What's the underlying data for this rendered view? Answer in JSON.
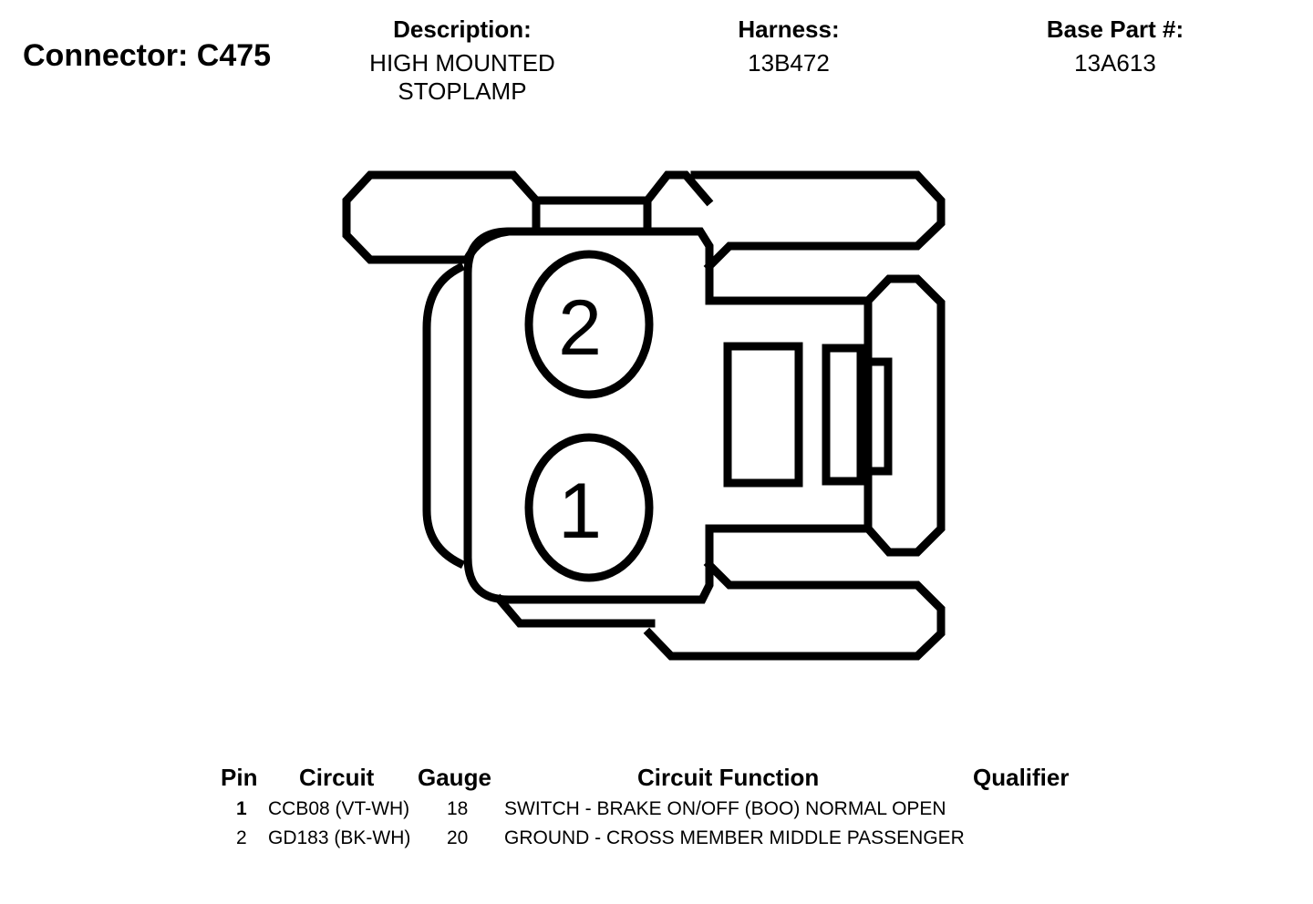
{
  "connector": {
    "title": "Connector: C475"
  },
  "header": {
    "description_label": "Description:",
    "description_value": "HIGH MOUNTED\nSTOPLAMP",
    "harness_label": "Harness:",
    "harness_value": "13B472",
    "base_part_label": "Base Part #:",
    "base_part_value": "13A613"
  },
  "diagram": {
    "pins": [
      {
        "number": "2"
      },
      {
        "number": "1"
      }
    ],
    "line_color": "#000000",
    "background": "#ffffff"
  },
  "table": {
    "headers": {
      "pin": "Pin",
      "circuit": "Circuit",
      "gauge": "Gauge",
      "function": "Circuit Function",
      "qualifier": "Qualifier"
    },
    "rows": [
      {
        "pin": "1",
        "circuit": "CCB08 (VT-WH)",
        "gauge": "18",
        "function": "SWITCH - BRAKE ON/OFF (BOO) NORMAL OPEN",
        "qualifier": ""
      },
      {
        "pin": "2",
        "circuit": "GD183 (BK-WH)",
        "gauge": "20",
        "function": "GROUND - CROSS MEMBER MIDDLE PASSENGER",
        "qualifier": ""
      }
    ]
  }
}
